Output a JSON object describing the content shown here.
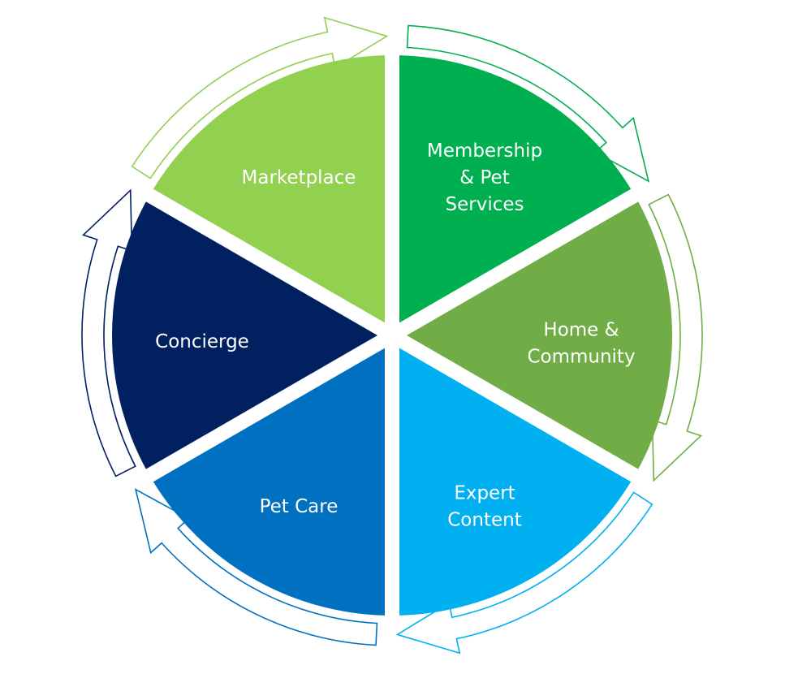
{
  "diagram": {
    "segments": [
      {
        "id": "marketplace",
        "lines": [
          "Marketplace"
        ],
        "color": "#92D050"
      },
      {
        "id": "membership",
        "lines": [
          "Membership",
          "& Pet",
          "Services"
        ],
        "color": "#00B050"
      },
      {
        "id": "home-community",
        "lines": [
          "Home &",
          "Community"
        ],
        "color": "#70AD47"
      },
      {
        "id": "expert-content",
        "lines": [
          "Expert",
          "Content"
        ],
        "color": "#00B0F0"
      },
      {
        "id": "pet-care",
        "lines": [
          "Pet Care"
        ],
        "color": "#0070C0"
      },
      {
        "id": "concierge",
        "lines": [
          "Concierge"
        ],
        "color": "#002060"
      }
    ]
  }
}
